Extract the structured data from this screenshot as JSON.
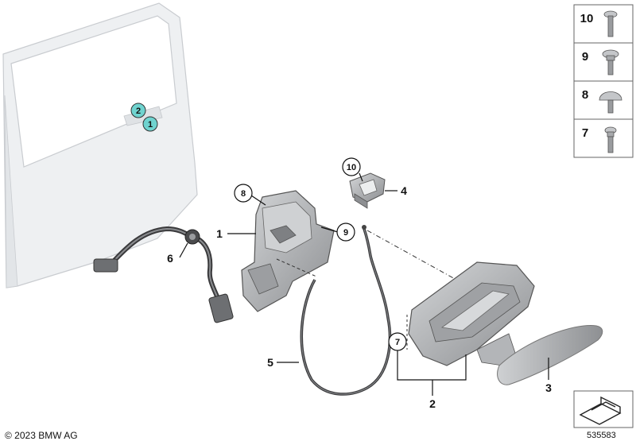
{
  "callouts": {
    "door_2": "2",
    "door_1": "1",
    "bolt_10": "10",
    "bolt_8": "8",
    "bolt_9": "9",
    "seal_7": "7"
  },
  "labels": {
    "latch": "1",
    "handle": "2",
    "cover": "3",
    "striker": "4",
    "bowden_cable": "5",
    "wiring": "6"
  },
  "legend": [
    {
      "number": "10",
      "icon": "screw-long-icon"
    },
    {
      "number": "9",
      "icon": "screw-flange-icon"
    },
    {
      "number": "8",
      "icon": "screw-mushroom-icon"
    },
    {
      "number": "7",
      "icon": "screw-short-icon"
    }
  ],
  "footer": {
    "copyright": "© 2023 BMW AG",
    "diagram_id": "535583"
  },
  "colors": {
    "door_highlight": "#6fd3cf",
    "panel_fill": "#eef0f2",
    "part_fill": "#b7b9bc"
  }
}
